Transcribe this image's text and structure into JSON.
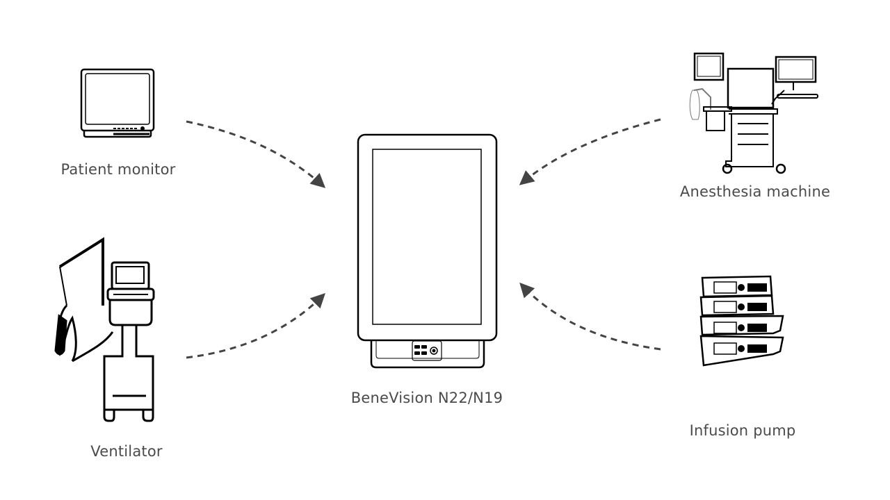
{
  "diagram": {
    "center_device": {
      "name": "BeneVision N22/N19",
      "icon": "touchscreen-display-icon"
    },
    "connected_devices": [
      {
        "id": "patient-monitor",
        "label": "Patient monitor",
        "icon": "patient-monitor-icon"
      },
      {
        "id": "ventilator",
        "label": "Ventilator",
        "icon": "ventilator-icon"
      },
      {
        "id": "anesthesia-machine",
        "label": "Anesthesia machine",
        "icon": "anesthesia-machine-icon"
      },
      {
        "id": "infusion-pump",
        "label": "Infusion pump",
        "icon": "infusion-pump-icon"
      }
    ],
    "connections": [
      {
        "from": "Patient monitor",
        "to": "BeneVision N22/N19",
        "style": "dashed-arrow"
      },
      {
        "from": "Ventilator",
        "to": "BeneVision N22/N19",
        "style": "dashed-arrow"
      },
      {
        "from": "Anesthesia machine",
        "to": "BeneVision N22/N19",
        "style": "dashed-arrow"
      },
      {
        "from": "Infusion pump",
        "to": "BeneVision N22/N19",
        "style": "dashed-arrow"
      }
    ],
    "colors": {
      "line": "#000000",
      "arrow": "#444444",
      "text": "#4a4a4a"
    }
  }
}
